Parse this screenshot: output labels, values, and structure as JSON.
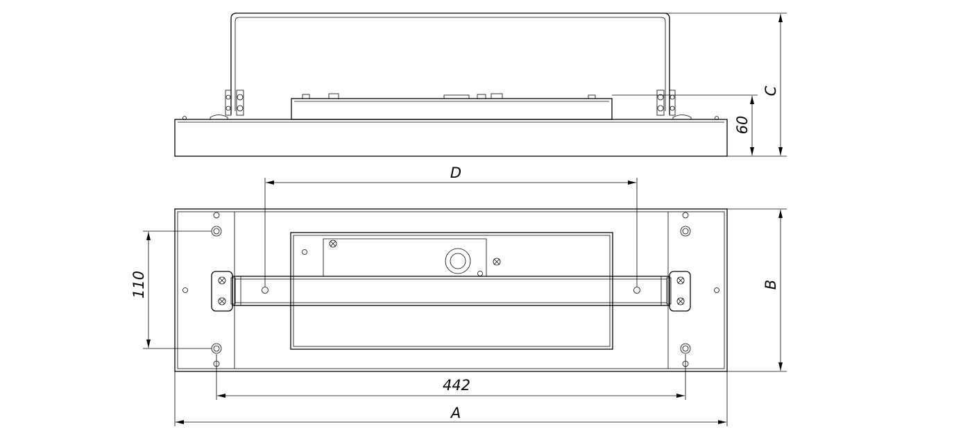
{
  "drawing": {
    "dimensions": {
      "a": "A",
      "b": "B",
      "c": "C",
      "d": "D",
      "mount_spacing": "442",
      "bracket_spacing": "110",
      "housing_height": "60"
    },
    "colors": {
      "line": "#000000",
      "background": "#ffffff"
    }
  }
}
